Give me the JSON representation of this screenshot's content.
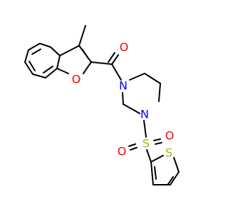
{
  "molecule": {
    "colors": {
      "carbon_bond": "#000000",
      "oxygen": "#ff0000",
      "nitrogen": "#0000ff",
      "sulfur": "#b2b200",
      "background": "#ffffff"
    },
    "atoms": {
      "carbonyl_o": "O",
      "furan_o": "O",
      "piperazine_n1": "N",
      "piperazine_n4": "N",
      "sulfonyl_s": "S",
      "sulfonyl_o_left": "O",
      "sulfonyl_o_right": "O",
      "thiophene_s": "S"
    }
  }
}
